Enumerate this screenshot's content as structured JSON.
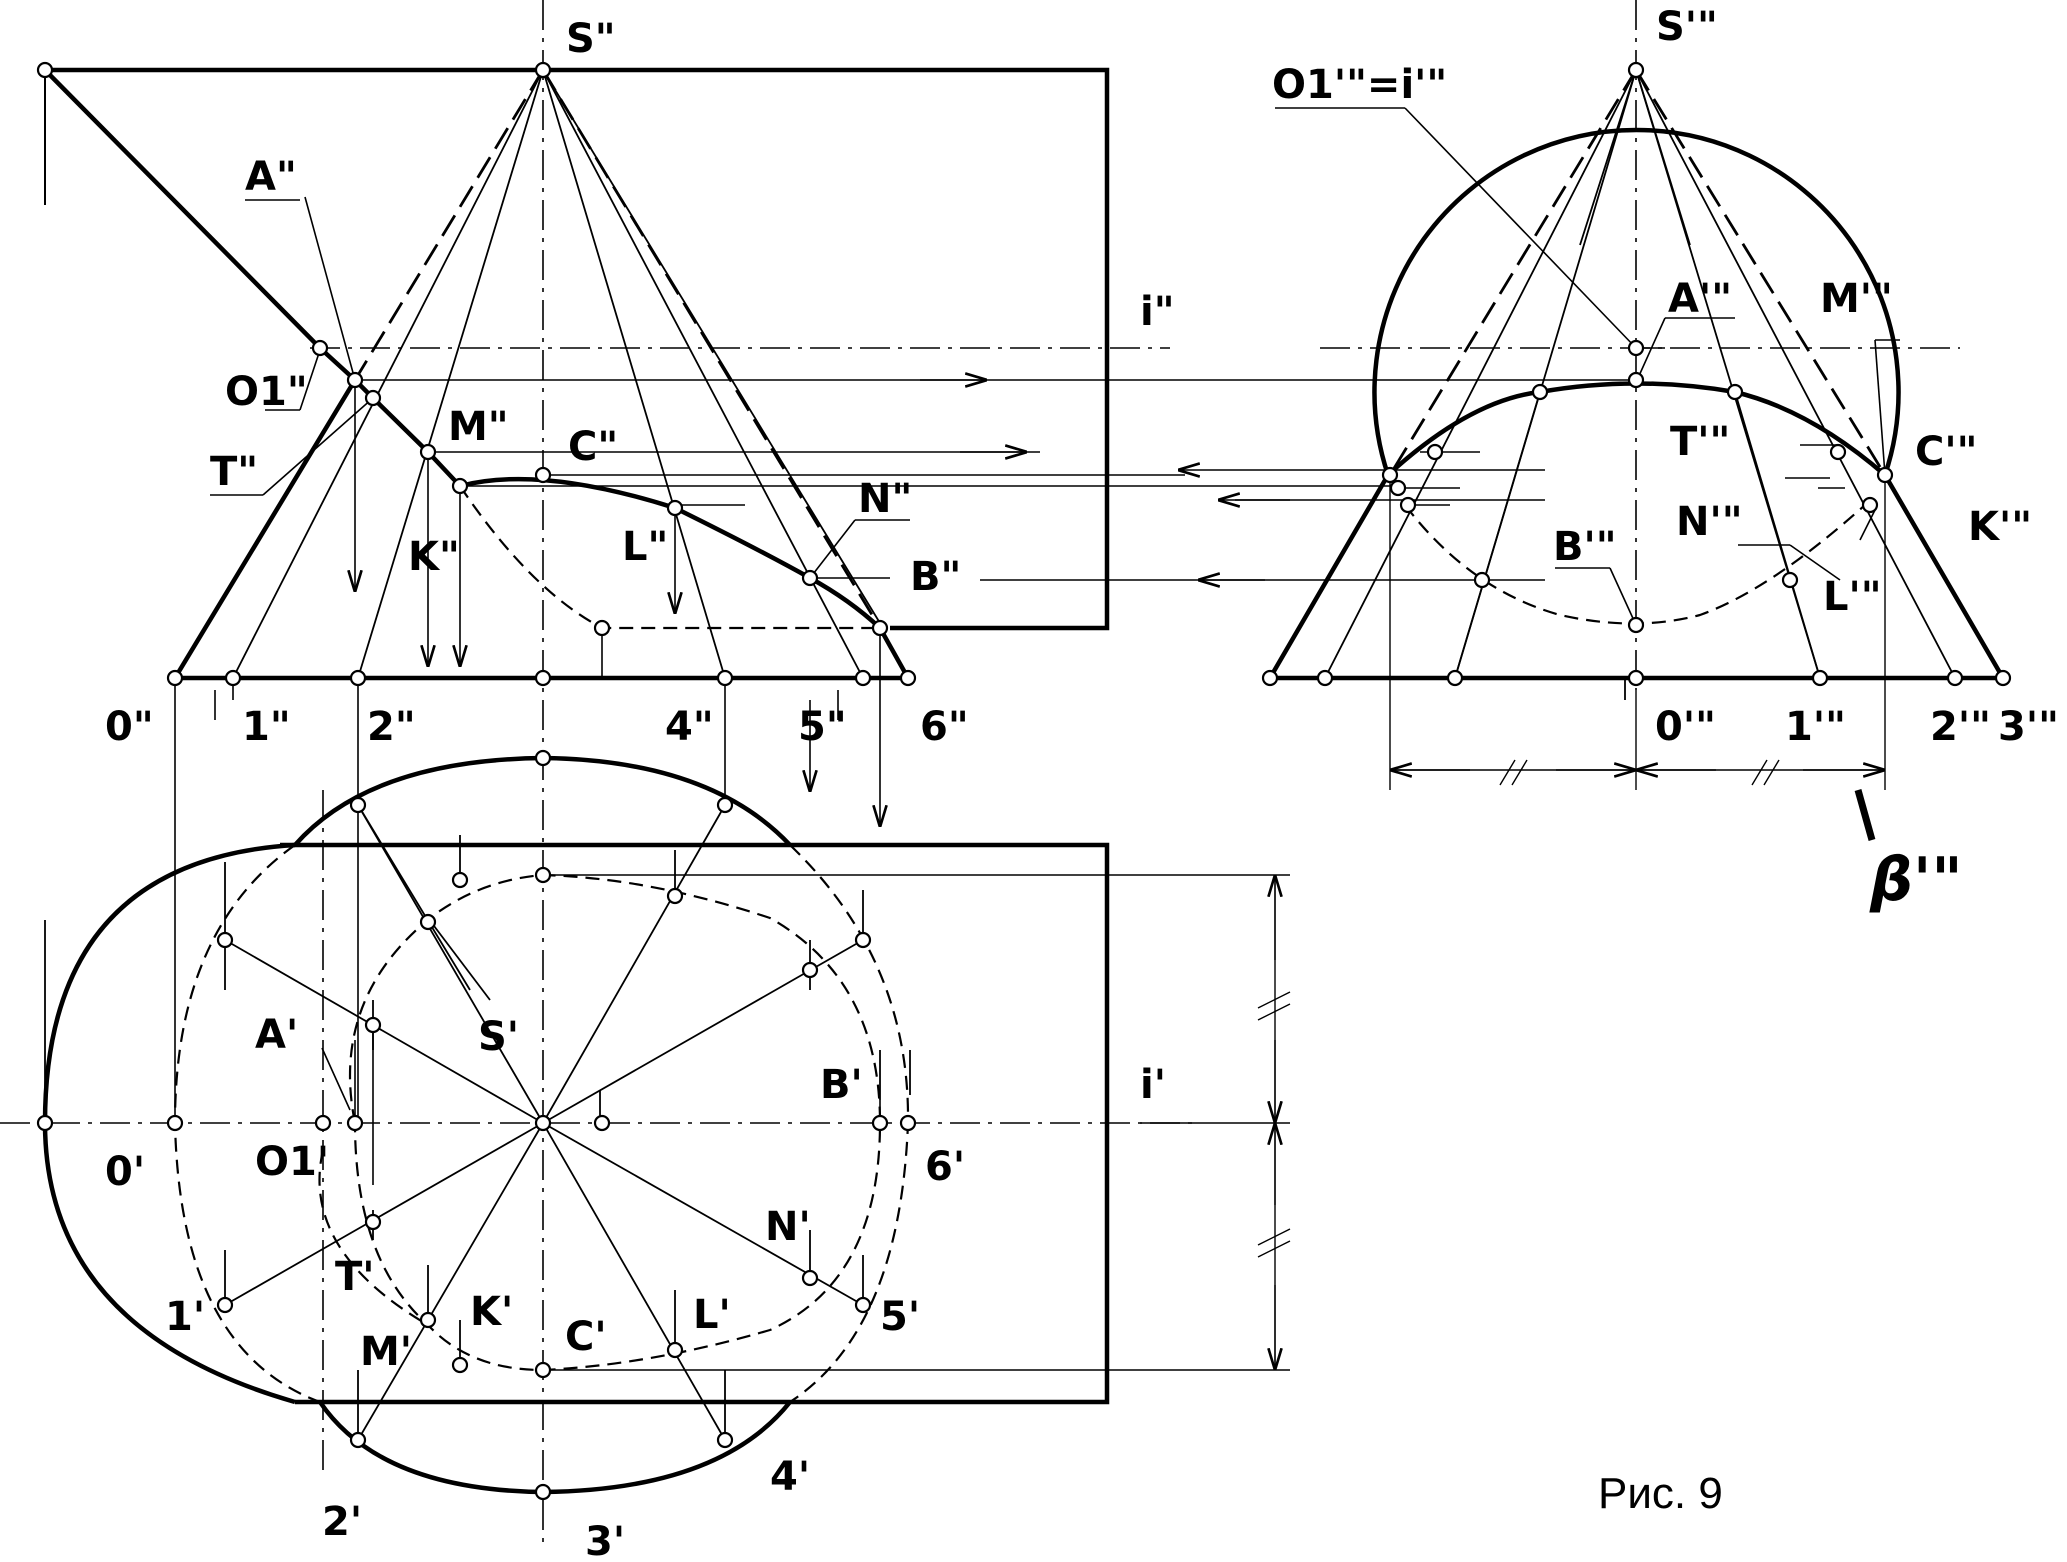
{
  "caption": "Рис. 9",
  "labels": {
    "S2": "S\"",
    "S3": "S'\"",
    "A2": "A\"",
    "O1_2": "O1\"",
    "T2": "T\"",
    "M2": "M\"",
    "C2": "C\"",
    "K2": "K\"",
    "L2": "L\"",
    "N2": "N\"",
    "B2": "B\"",
    "i2": "i\"",
    "n0_2": "0\"",
    "n1_2": "1\"",
    "n2_2": "2\"",
    "n4_2": "4\"",
    "n5_2": "5\"",
    "n6_2": "6\"",
    "O1i3": "O1'\"=i'\"",
    "A3": "A'\"",
    "M3": "M'\"",
    "T3": "T'\"",
    "C3": "C'\"",
    "K3": "K'\"",
    "N3": "N'\"",
    "B3": "B'\"",
    "L3": "L'\"",
    "n0_3": "0'\"",
    "n1_3": "1'\"",
    "n2_3": "2'\"",
    "n3_3": "3'\"",
    "beta3": "β'\"",
    "A1": "A'",
    "S1": "S'",
    "O1_1": "O1'",
    "B1": "B'",
    "i1": "i'",
    "n0_1": "0'",
    "n6_1": "6'",
    "T1": "T'",
    "n1_1": "1'",
    "K1": "K'",
    "M1": "M'",
    "C1": "C'",
    "L1": "L'",
    "N1": "N'",
    "n5_1": "5'",
    "n2_1": "2'",
    "n3_1": "3'",
    "n4_1": "4'"
  }
}
